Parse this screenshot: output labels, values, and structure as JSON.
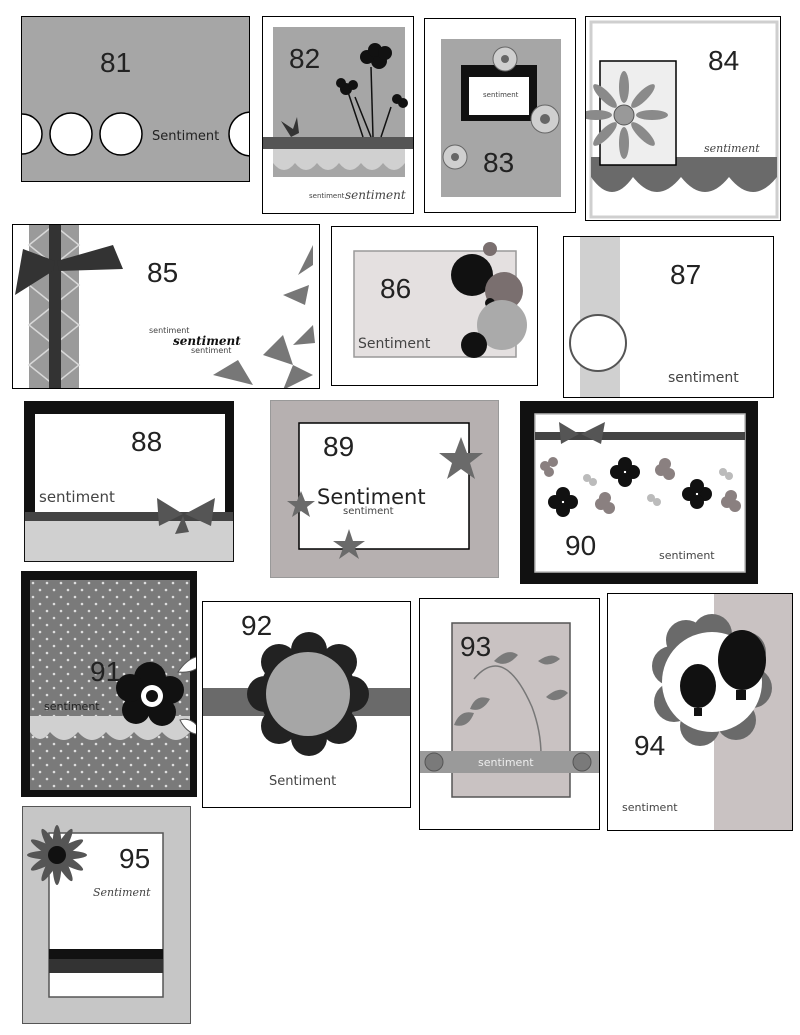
{
  "sketches": [
    {
      "number": "81",
      "sentiments": [
        "Sentiment"
      ]
    },
    {
      "number": "82",
      "sentiments": [
        "sentiment",
        "sentiment"
      ]
    },
    {
      "number": "83",
      "sentiments": [
        "sentiment"
      ]
    },
    {
      "number": "84",
      "sentiments": [
        "sentiment"
      ]
    },
    {
      "number": "85",
      "sentiments": [
        "sentiment",
        "sentiment",
        "sentiment"
      ]
    },
    {
      "number": "86",
      "sentiments": [
        "Sentiment"
      ]
    },
    {
      "number": "87",
      "sentiments": [
        "sentiment"
      ]
    },
    {
      "number": "88",
      "sentiments": [
        "sentiment"
      ]
    },
    {
      "number": "89",
      "sentiments": [
        "Sentiment",
        "sentiment"
      ]
    },
    {
      "number": "90",
      "sentiments": [
        "sentiment"
      ]
    },
    {
      "number": "91",
      "sentiments": [
        "sentiment"
      ]
    },
    {
      "number": "92",
      "sentiments": [
        "Sentiment"
      ]
    },
    {
      "number": "93",
      "sentiments": [
        "sentiment"
      ]
    },
    {
      "number": "94",
      "sentiments": [
        "sentiment"
      ]
    },
    {
      "number": "95",
      "sentiments": [
        "Sentiment"
      ]
    }
  ],
  "colors": {
    "light_gray": "#d0d0d0",
    "mid_gray": "#a6a6a6",
    "dark_gray": "#6a6a6a",
    "black": "#111111",
    "white": "#ffffff"
  }
}
